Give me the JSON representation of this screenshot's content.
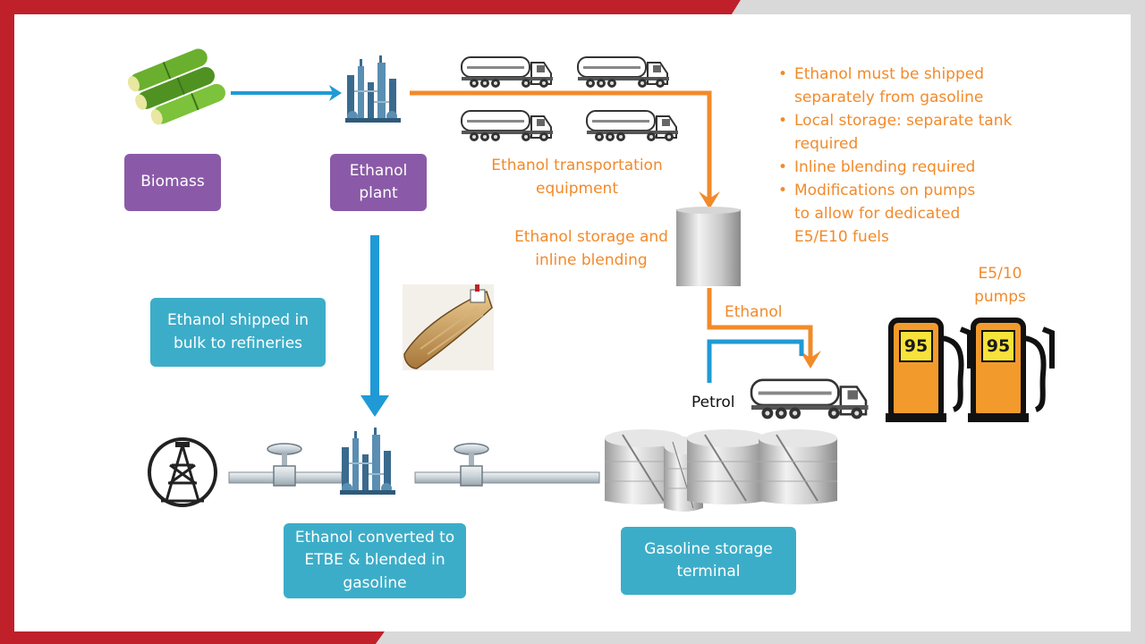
{
  "colors": {
    "brand_red": "#c0202a",
    "purple": "#8a5aa8",
    "teal": "#3cadc8",
    "orange": "#f28a2a",
    "blue": "#1f9ad6"
  },
  "icons": [
    "biomass-icon",
    "ethanol-plant-icon",
    "tanker-truck-icon",
    "storage-tank-icon",
    "tanker-ship-icon",
    "oil-rig-icon",
    "valve-icon",
    "refinery-icon",
    "gasoline-tank-icon",
    "fuel-pump-icon"
  ],
  "nodes": {
    "biomass": "Biomass",
    "ethanol_plant": "Ethanol\nplant",
    "shipped_bulk": "Ethanol shipped in\nbulk to refineries",
    "etbe": "Ethanol converted to\nETBE & blended in\ngasoline",
    "gasoline_storage": "Gasoline storage\nterminal"
  },
  "labels": {
    "transport": "Ethanol transportation\nequipment",
    "storage_blending": "Ethanol storage and\ninline blending",
    "ethanol_flow": "Ethanol",
    "petrol": "Petrol",
    "pumps": "E5/10\npumps"
  },
  "pump_number": "95",
  "notes": [
    "Ethanol must be shipped\nseparately from gasoline",
    "Local storage: separate tank\nrequired",
    "Inline blending required",
    "Modifications on pumps\nto allow for dedicated\nE5/E10 fuels"
  ]
}
